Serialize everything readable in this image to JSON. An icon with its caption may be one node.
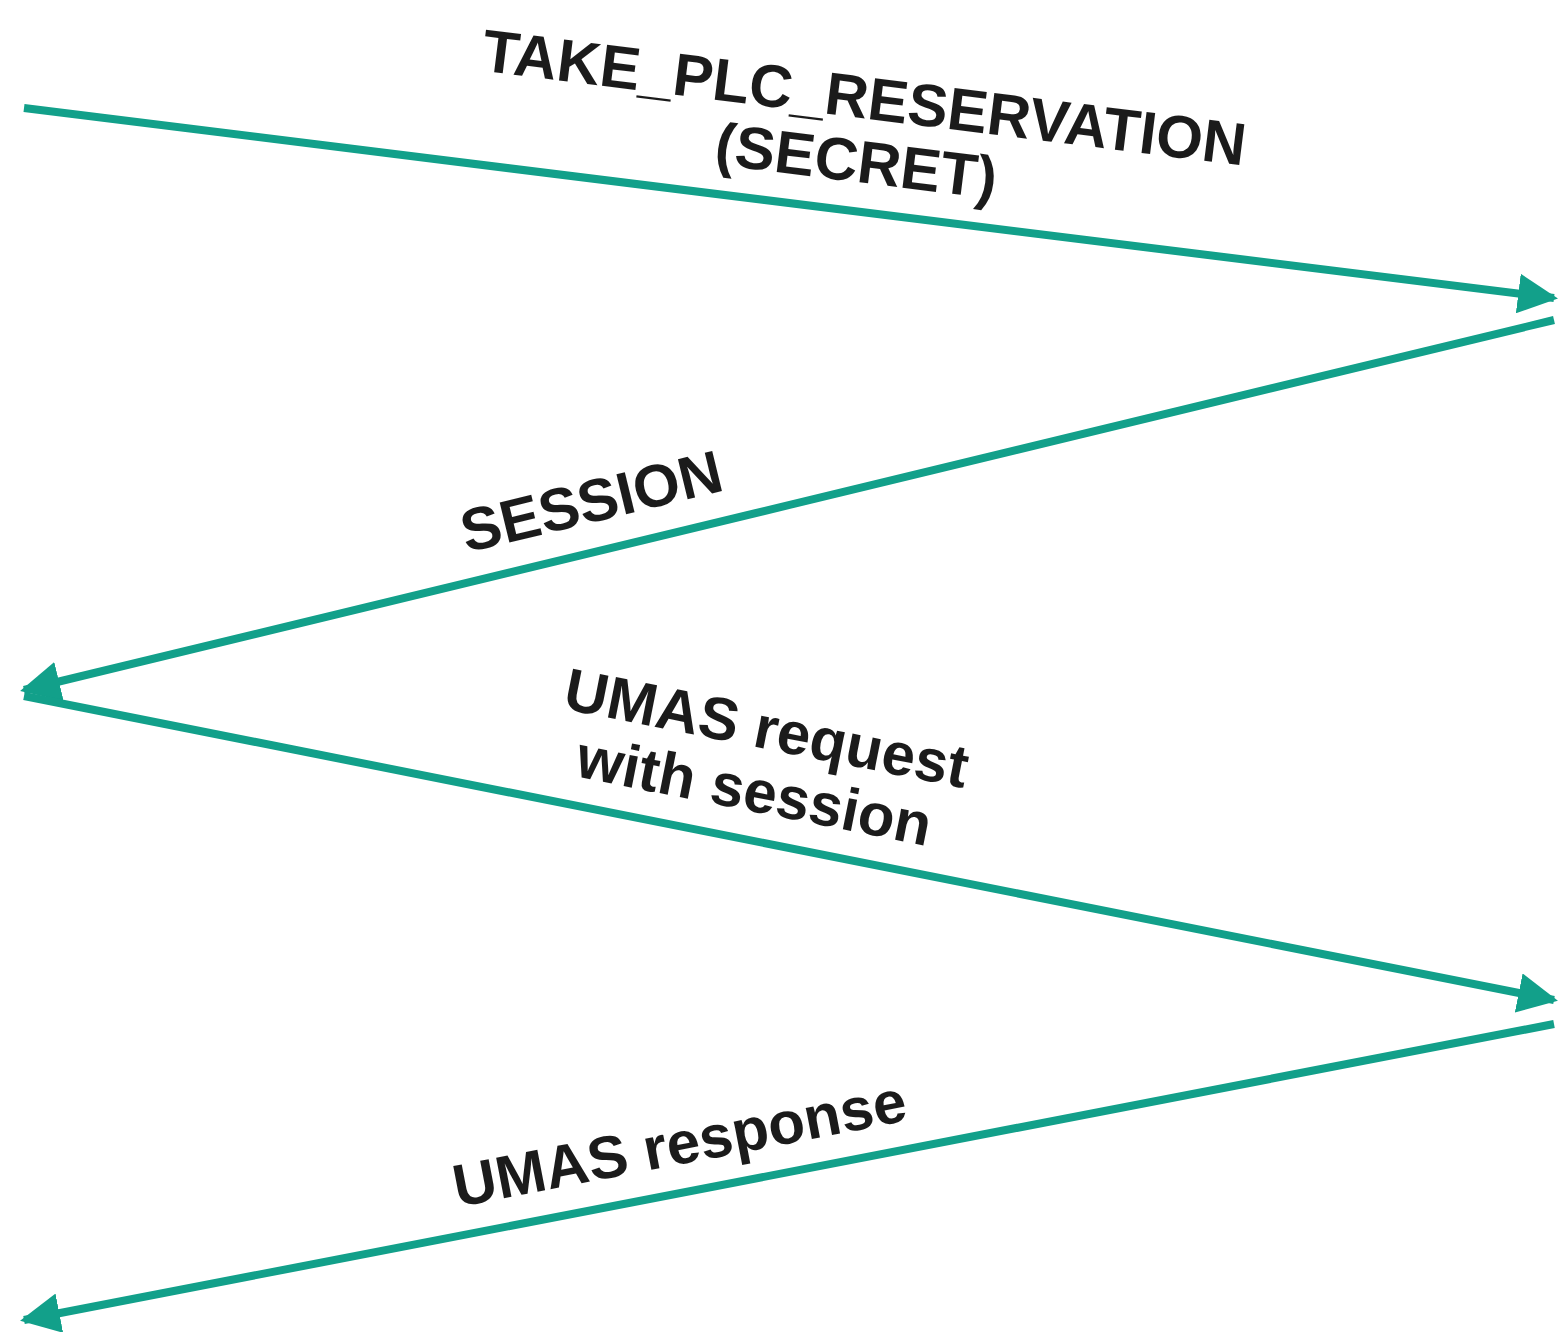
{
  "diagram": {
    "labels": [
      "TAKE_PLC_RESERVATION (SECRET)",
      "SESSION",
      "UMAS request with session",
      "UMAS response"
    ]
  }
}
